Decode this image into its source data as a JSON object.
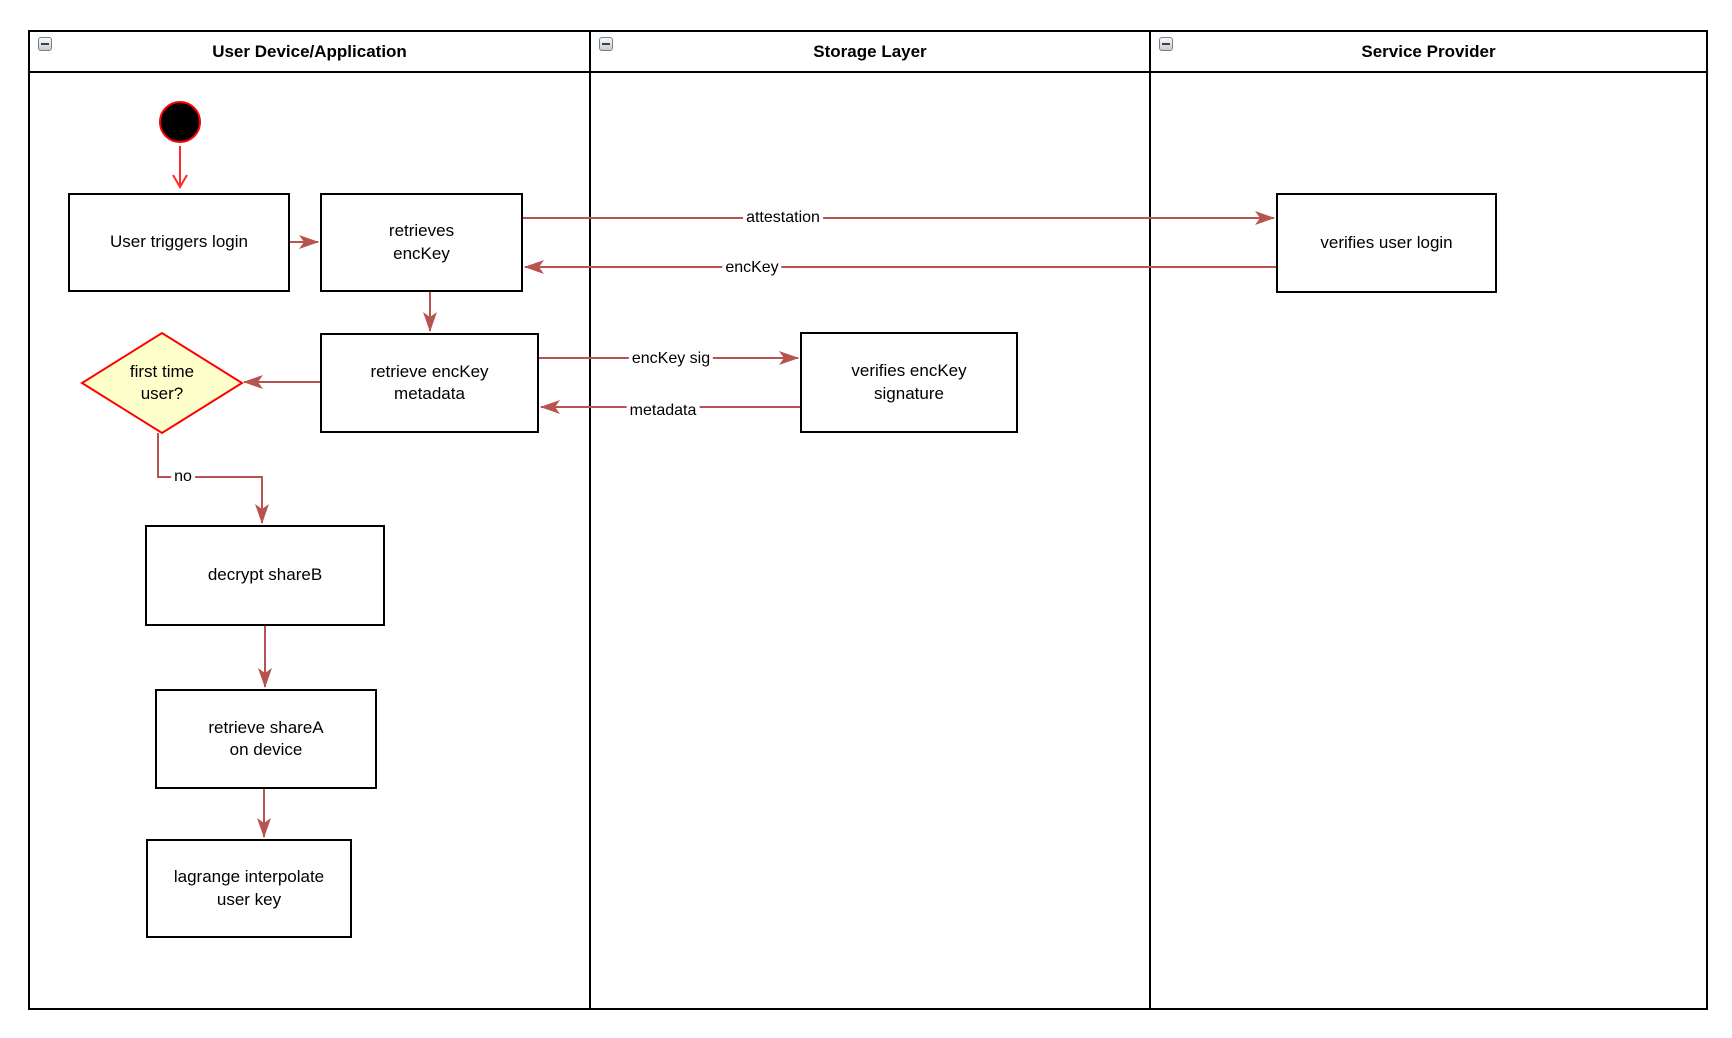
{
  "pool": {
    "lanes": [
      {
        "id": "user-device",
        "title": "User Device/Application"
      },
      {
        "id": "storage-layer",
        "title": "Storage Layer"
      },
      {
        "id": "service-provider",
        "title": "Service Provider"
      }
    ]
  },
  "nodes": {
    "user_triggers_login": {
      "label": "User triggers login"
    },
    "retrieves_enckey": {
      "label": "retrieves\nencKey"
    },
    "retrieve_enckey_metadata": {
      "label": "retrieve encKey\nmetadata"
    },
    "first_time_user": {
      "label": "first time\nuser?"
    },
    "decrypt_shareb": {
      "label": "decrypt shareB"
    },
    "retrieve_sharea": {
      "label": "retrieve shareA\non device"
    },
    "lagrange_interpolate": {
      "label": "lagrange interpolate\nuser key"
    },
    "verifies_enckey_signature": {
      "label": "verifies encKey\nsignature"
    },
    "verifies_user_login": {
      "label": "verifies user login"
    }
  },
  "edge_labels": {
    "attestation": "attestation",
    "enckey": "encKey",
    "enckey_sig": "encKey sig",
    "metadata": "metadata",
    "no": "no"
  },
  "colors": {
    "arrow": "#B85450",
    "start_arrow": "#FF2A2A",
    "diamond_fill": "#FFFFCC",
    "diamond_border": "#FF0000",
    "node_border": "#000000",
    "lane_border": "#000000"
  }
}
